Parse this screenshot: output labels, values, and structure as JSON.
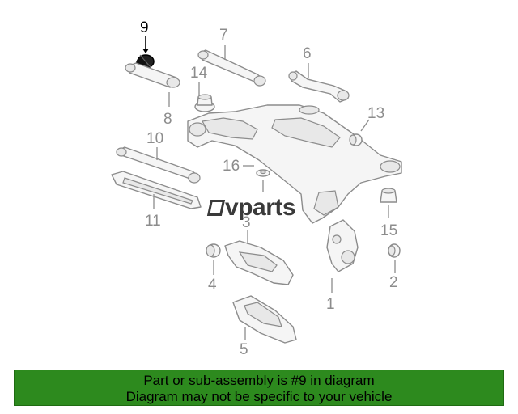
{
  "diagram": {
    "highlighted_part": "9",
    "callouts": [
      "9",
      "7",
      "6",
      "14",
      "8",
      "13",
      "10",
      "16",
      "11",
      "15",
      "3",
      "4",
      "2",
      "1",
      "5"
    ]
  },
  "logo": {
    "text": "vparts",
    "icon": "lv-logo-icon"
  },
  "banner": {
    "line1": "Part or sub-assembly is #9 in diagram",
    "line2": "Diagram may not be specific to your vehicle",
    "color": "#2d8a1e"
  },
  "colors": {
    "highlight": "#000000",
    "line_art": "#8c8c8c",
    "banner": "#2d8a1e"
  }
}
